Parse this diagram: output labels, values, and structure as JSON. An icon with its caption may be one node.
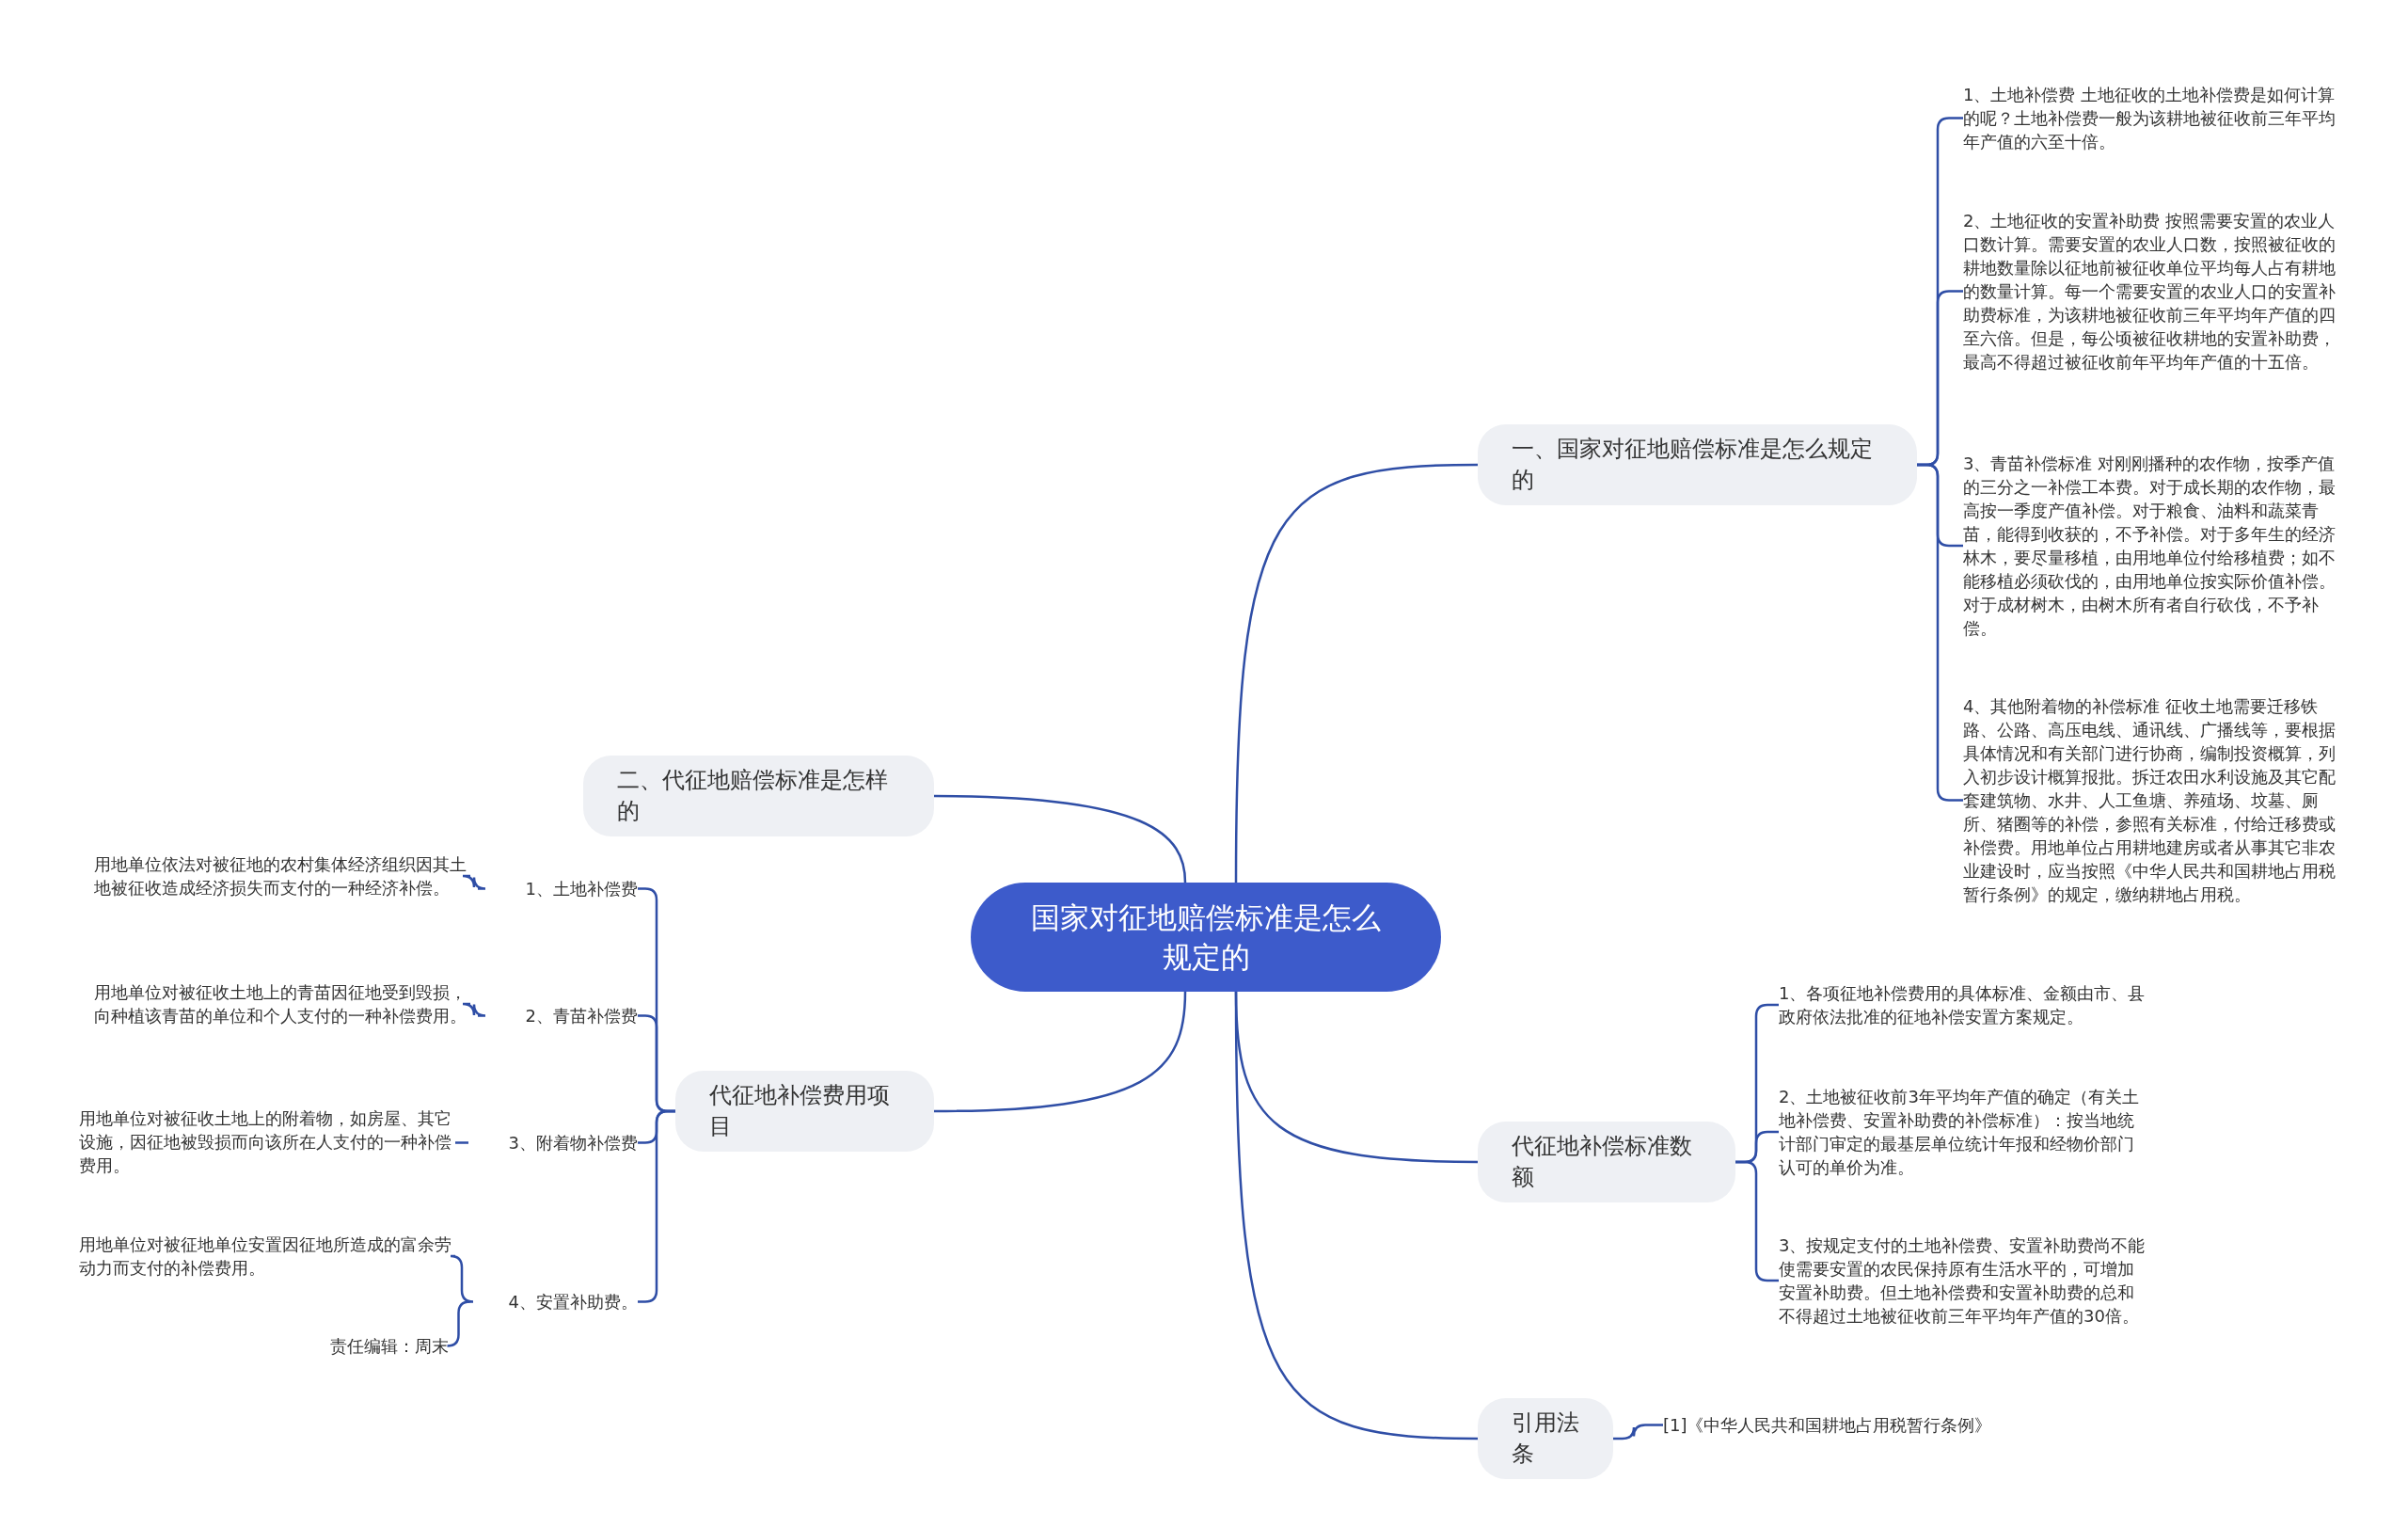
{
  "diagram": {
    "nodes": [
      {
        "text": [
          "国家对征地赔偿标准是怎么规定的"
        ]
      },
      {
        "text": [
          "一、国家对征地赔偿标准是怎么规定的"
        ]
      },
      {
        "text": [
          "1、土地补偿费 土地征收的土地补偿费是如何计算的呢？土地补偿费一般为该耕地被征收前三年平均年产值的六至十倍。"
        ]
      },
      {
        "text": [
          "2、土地征收的安置补助费 按照需要安置的农业人口数计算。需要安置的农业人口数，按照被征收的耕地数量除以征地前被征收单位平均每人占有耕地的数量计算。每一个需要安置的农业人口的安置补助费标准，为该耕地被征收前三年平均年产值的四至六倍。但是，每公顷被征收耕地的安置补助费，最高不得超过被征收前年平均年产值的十五倍。"
        ]
      },
      {
        "text": [
          "3、青苗补偿标准 对刚刚播种的农作物，按季产值的三分之一补偿工本费。对于成长期的农作物，最高按一季度产值补偿。对于粮食、油料和蔬菜青苗，能得到收获的，不予补偿。对于多年生的经济林木，要尽量移植，由用地单位付给移植费；如不能移植必须砍伐的，由用地单位按实际价值补偿。对于成材树木，由树木所有者自行砍伐，不予补偿。"
        ]
      },
      {
        "text": [
          "4、其他附着物的补偿标准 征收土地需要迁移铁路、公路、高压电线、通讯线、广播线等，要根据具体情况和有关部门进行协商，编制投资概算，列入初步设计概算报批。拆迁农田水利设施及其它配套建筑物、水井、人工鱼塘、养殖场、坟墓、厕所、猪圈等的补偿，参照有关标准，付给迁移费或补偿费。用地单位占用耕地建房或者从事其它非农业建设时，应当按照《中华人民共和国耕地占用税暂行条例》的规定，缴纳耕地占用税。"
        ]
      },
      {
        "text": [
          "二、代征地赔偿标准是怎样的"
        ]
      },
      {
        "text": [
          "代征地补偿费用项目"
        ]
      },
      {
        "text": [
          "1、土地补偿费"
        ]
      },
      {
        "text": [
          "用地单位依法对被征地的农村集体经济组织因其土地被征收造成经济损失而支付的一种经济补偿。"
        ]
      },
      {
        "text": [
          "2、青苗补偿费"
        ]
      },
      {
        "text": [
          "用地单位对被征收土地上的青苗因征地受到毁损，向种植该青苗的单位和个人支付的一种补偿费用。"
        ]
      },
      {
        "text": [
          "3、附着物补偿费"
        ]
      },
      {
        "text": [
          "用地单位对被征收土地上的附着物，如房屋、其它设施，因征地被毁损而向该所在人支付的一种补偿费用。"
        ]
      },
      {
        "text": [
          "4、安置补助费。"
        ]
      },
      {
        "text": [
          "用地单位对被征地单位安置因征地所造成的富余劳动力而支付的补偿费用。"
        ]
      },
      {
        "text": [
          "责任编辑：周末"
        ]
      },
      {
        "text": [
          "代征地补偿标准数额"
        ]
      },
      {
        "text": [
          "1、各项征地补偿费用的具体标准、金额由市、县政府依法批准的征地补偿安置方案规定。"
        ]
      },
      {
        "text": [
          "2、土地被征收前3年平均年产值的确定（有关土地补偿费、安置补助费的补偿标准）：按当地统计部门审定的最基层单位统计年报和经物价部门认可的单价为准。"
        ]
      },
      {
        "text": [
          "3、按规定支付的土地补偿费、安置补助费尚不能使需要安置的农民保持原有生活水平的，可增加安置补助费。但土地补偿费和安置补助费的总和不得超过土地被征收前三年平均年产值的30倍。"
        ]
      },
      {
        "text": [
          "引用法条"
        ]
      },
      {
        "text": [
          "[1]《中华人民共和国耕地占用税暂行条例》"
        ]
      }
    ],
    "edges": [
      {
        "from": 0,
        "to": 1,
        "arrow": "none"
      },
      {
        "from": 1,
        "to": 2,
        "arrow": "none"
      },
      {
        "from": 1,
        "to": 3,
        "arrow": "none"
      },
      {
        "from": 1,
        "to": 4,
        "arrow": "none"
      },
      {
        "from": 1,
        "to": 5,
        "arrow": "none"
      },
      {
        "from": 0,
        "to": 6,
        "arrow": "none"
      },
      {
        "from": 0,
        "to": 7,
        "arrow": "none"
      },
      {
        "from": 7,
        "to": 8,
        "arrow": "none"
      },
      {
        "from": 8,
        "to": 9,
        "arrow": "none"
      },
      {
        "from": 7,
        "to": 10,
        "arrow": "none"
      },
      {
        "from": 10,
        "to": 11,
        "arrow": "none"
      },
      {
        "from": 7,
        "to": 12,
        "arrow": "none"
      },
      {
        "from": 12,
        "to": 13,
        "arrow": "none"
      },
      {
        "from": 7,
        "to": 14,
        "arrow": "none"
      },
      {
        "from": 14,
        "to": 15,
        "arrow": "none"
      },
      {
        "from": 14,
        "to": 16,
        "arrow": "none"
      },
      {
        "from": 0,
        "to": 17,
        "arrow": "none"
      },
      {
        "from": 17,
        "to": 18,
        "arrow": "none"
      },
      {
        "from": 17,
        "to": 19,
        "arrow": "none"
      },
      {
        "from": 17,
        "to": 20,
        "arrow": "none"
      },
      {
        "from": 0,
        "to": 21,
        "arrow": "none"
      },
      {
        "from": 21,
        "to": 22,
        "arrow": "none"
      }
    ]
  }
}
